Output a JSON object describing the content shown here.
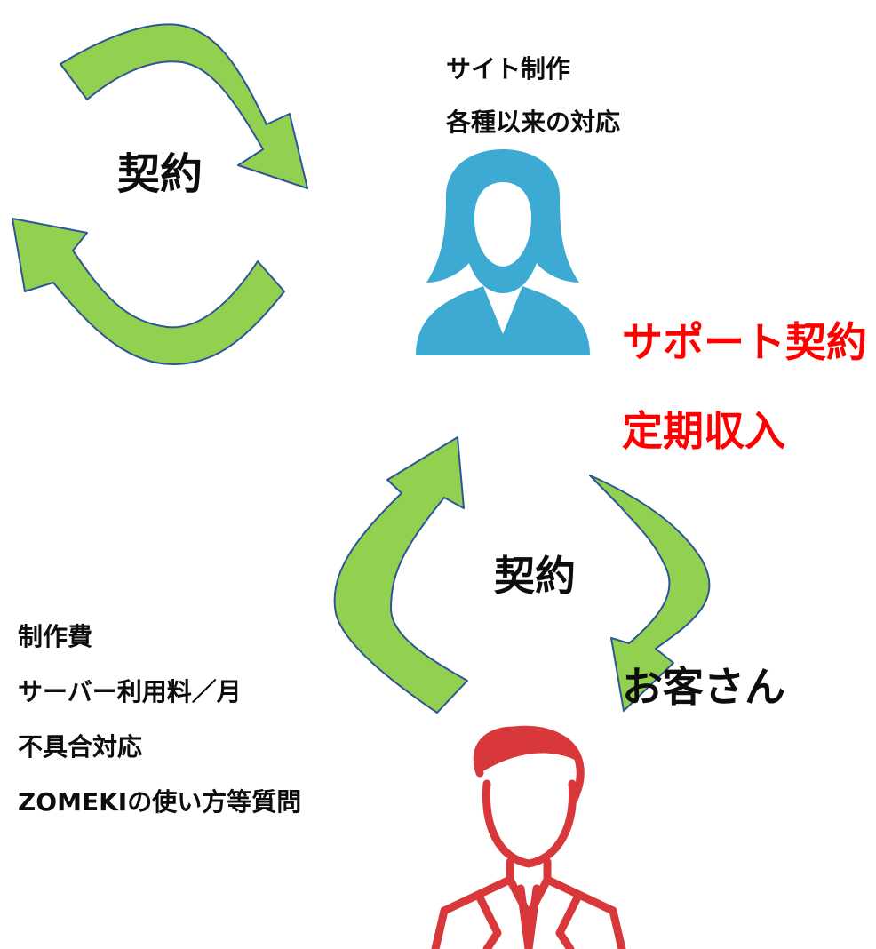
{
  "provider": {
    "services": [
      "サイト制作",
      "各種以来の対応"
    ],
    "support_label": "サポート契約",
    "income_label": "定期収入"
  },
  "top_cycle": {
    "label": "契約"
  },
  "bottom_cycle": {
    "label": "契約"
  },
  "customer": {
    "label": "お客さん",
    "items": [
      "制作費",
      "サーバー利用料／月",
      "不具合対応",
      "ZOMEKIの使い方等質問"
    ]
  },
  "colors": {
    "arrow_fill": "#92d050",
    "arrow_stroke": "#2f5597",
    "provider_icon": "#3caad2",
    "customer_icon": "#d9383a",
    "highlight": "#ff0000",
    "text": "#0d0d0d"
  },
  "icons": {
    "provider": "businesswoman-icon",
    "customer": "businessman-icon"
  }
}
